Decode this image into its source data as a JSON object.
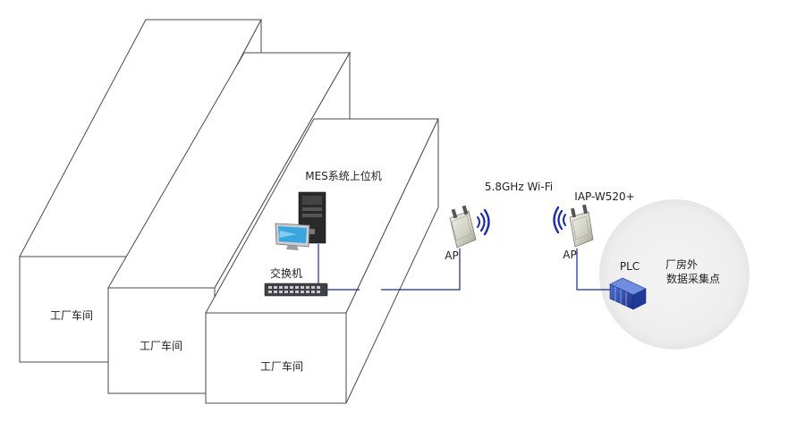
{
  "diagram": {
    "workshops": [
      {
        "label": "工厂车间"
      },
      {
        "label": "工厂车间"
      },
      {
        "label": "工厂车间"
      }
    ],
    "mes_label": "MES系统上位机",
    "switch_label": "交换机",
    "wifi_label": "5.8GHz Wi-Fi",
    "ap_left_label": "AP",
    "ap_right_label": "AP",
    "device_model": "IAP-W520+",
    "plc_label": "PLC",
    "site_label_line1": "厂房外",
    "site_label_line2": "数据采集点",
    "colors": {
      "line": "#1a2a8a",
      "wifi": "#1a2aa8",
      "circle": "#efefef",
      "outline": "#4a4a4a"
    }
  }
}
